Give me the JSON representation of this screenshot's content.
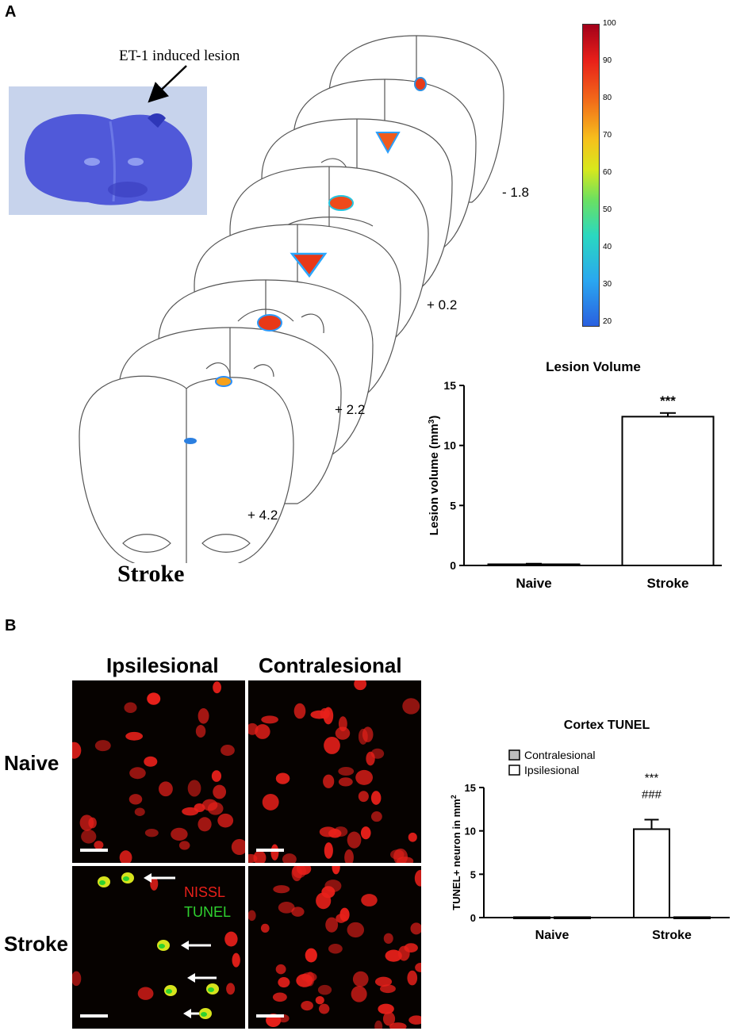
{
  "panel_a": {
    "letter": "A",
    "lesion_annotation": "ET-1 induced lesion",
    "group_label": "Stroke",
    "coordinates": [
      "- 1.8",
      "+ 0.2",
      "+ 2.2",
      "+ 4.2"
    ],
    "colorbar": {
      "ticks": [
        "100",
        "90",
        "80",
        "70",
        "60",
        "50",
        "40",
        "30",
        "20"
      ]
    }
  },
  "panel_b": {
    "letter": "B",
    "col_labels": [
      "Ipsilesional",
      "Contralesional"
    ],
    "row_labels": [
      "Naive",
      "Stroke"
    ],
    "stain_labels": {
      "nissl": "NISSL",
      "tunel": "TUNEL"
    },
    "colors": {
      "nissl": "#e8201a",
      "tunel": "#2fd12f",
      "background": "#060200"
    }
  },
  "chart_data": [
    {
      "type": "bar",
      "title": "Lesion Volume",
      "ylabel_main": "Lesion volume (mm",
      "ylabel_sup": "3",
      "ylabel_close": ")",
      "categories": [
        "Naive",
        "Stroke"
      ],
      "values": [
        0.1,
        12.4
      ],
      "errors": [
        0.05,
        0.3
      ],
      "ylim": [
        0,
        15
      ],
      "yticks": [
        "0",
        "5",
        "10",
        "15"
      ],
      "annotations": [
        "",
        "***"
      ]
    },
    {
      "type": "bar",
      "title": "Cortex TUNEL",
      "ylabel": "TUNEL+ neuron in mm",
      "ylabel_sup": "2",
      "categories": [
        "Naive",
        "Stroke"
      ],
      "series": [
        {
          "name": "Contralesional",
          "values": [
            0.05,
            0.05
          ]
        },
        {
          "name": "Ipsilesional",
          "values": [
            0.05,
            10.2
          ],
          "errors": [
            0,
            1.1
          ]
        }
      ],
      "ylim": [
        0,
        15
      ],
      "yticks": [
        "0",
        "5",
        "10",
        "15"
      ],
      "annotations": [
        "***",
        "###"
      ],
      "legend": "top-left",
      "colors": {
        "Contralesional": "#bdbdbd",
        "Ipsilesional": "#ffffff"
      }
    }
  ]
}
